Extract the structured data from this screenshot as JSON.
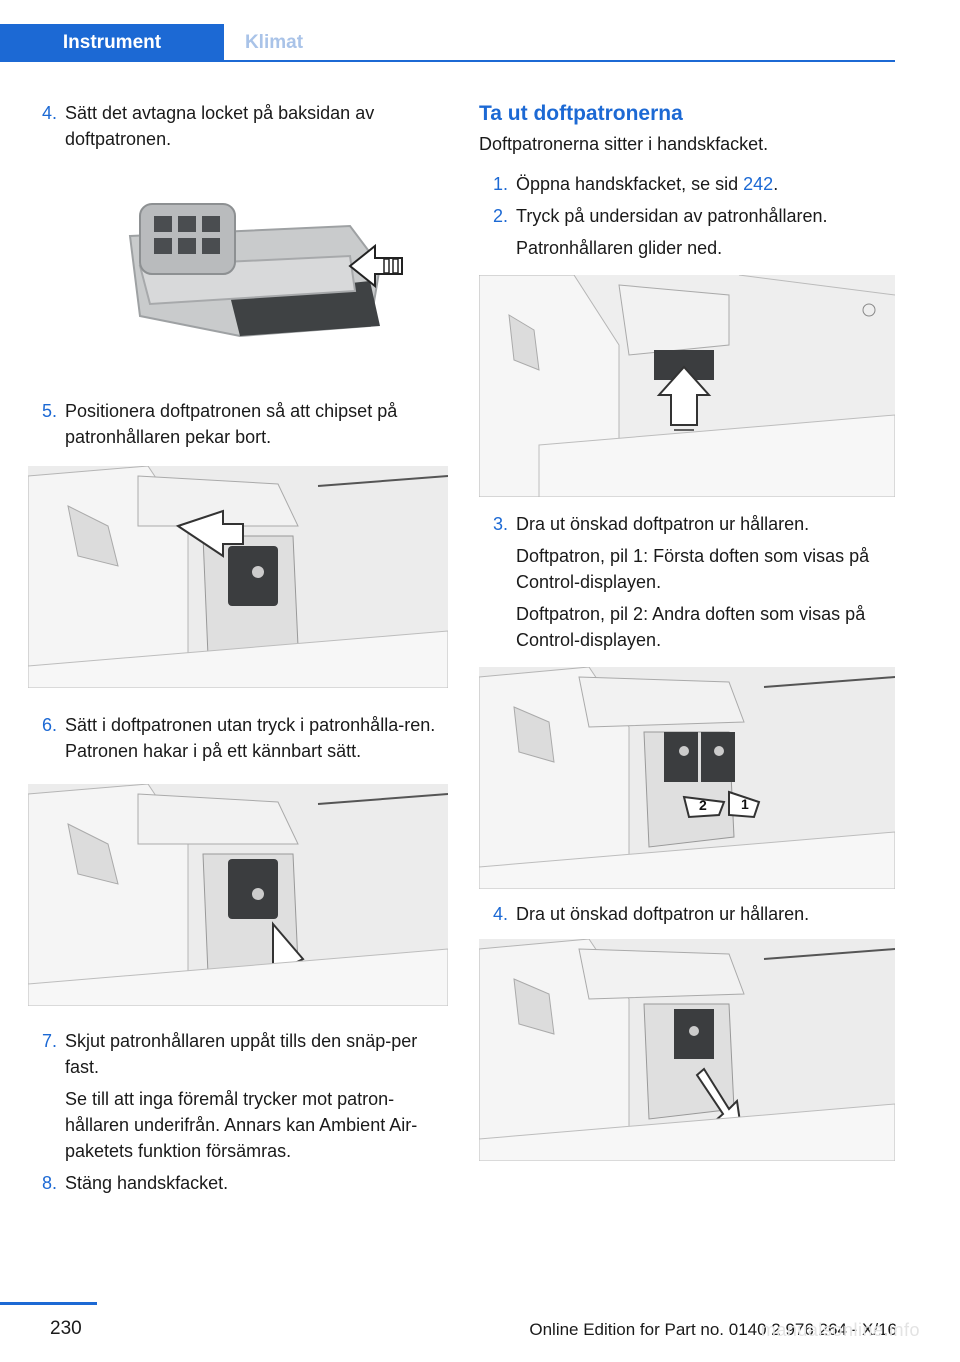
{
  "header": {
    "tabs": [
      {
        "label": "Instrument",
        "active": true
      },
      {
        "label": "Klimat",
        "active": false
      }
    ],
    "accent": "#1c69d4"
  },
  "left_column": {
    "steps": [
      {
        "num": "4.",
        "text": "Sätt det avtagna locket på baksidan av doftpatronen.",
        "notes": []
      },
      {
        "num": "5.",
        "text": "Positionera doftpatronen så att chipset på patronhållaren pekar bort.",
        "notes": []
      },
      {
        "num": "6.",
        "text": "Sätt i doftpatronen utan tryck i patronhålla‐ren. Patronen hakar i på ett kännbart sätt.",
        "notes": []
      },
      {
        "num": "7.",
        "text": "Skjut patronhållaren uppåt tills den snäp‐per fast.",
        "notes": [
          "Se till att inga föremål trycker mot patron‐hållaren underifrån. Annars kan Ambient Air-paketets funktion försämras."
        ]
      },
      {
        "num": "8.",
        "text": "Stäng handskfacket.",
        "notes": []
      }
    ]
  },
  "right_column": {
    "heading": "Ta ut doftpatronerna",
    "intro": "Doftpatronerna sitter i handskfacket.",
    "steps": [
      {
        "num": "1.",
        "text_before": "Öppna handskfacket, se sid ",
        "link": "242",
        "text_after": ".",
        "notes": []
      },
      {
        "num": "2.",
        "text": "Tryck på undersidan av patronhållaren.",
        "notes": [
          "Patronhållaren glider ned."
        ]
      },
      {
        "num": "3.",
        "text": "Dra ut önskad doftpatron ur hållaren.",
        "notes": [
          "Doftpatron, pil 1: Första doften som visas på Control-displayen.",
          "Doftpatron, pil 2: Andra doften som visas på Control-displayen."
        ]
      },
      {
        "num": "4.",
        "text": "Dra ut önskad doftpatron ur hållaren.",
        "notes": []
      }
    ],
    "arrow_labels": [
      "2",
      "1"
    ]
  },
  "footer": {
    "page_number": "230",
    "edition": "Online Edition for Part no. 0140 2 976 264 - X/16",
    "watermark": "manualsonline.info"
  }
}
